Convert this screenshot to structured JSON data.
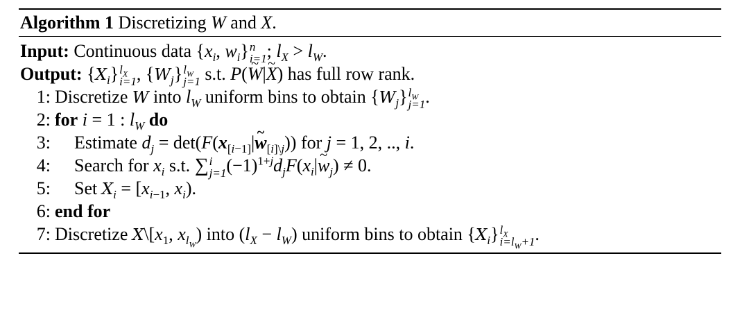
{
  "algorithm": {
    "label": "Algorithm 1",
    "title": "Discretizing W and X.",
    "input_label": "Input:",
    "input_text": "Continuous data {x_i, w_i}_{i=1}^n; l_X > l_W.",
    "output_label": "Output:",
    "output_text": "{X_i}_{i=1}^{l_X}, {W_j}_{j=1}^{l_W} s.t. P(W̃|X̃) has full row rank.",
    "lines": [
      {
        "num": "1:",
        "text": "Discretize W into l_W uniform bins to obtain {W_j}_{j=1}^{l_W}."
      },
      {
        "num": "2:",
        "keyword_start": "for",
        "text": "i = 1 : l_W",
        "keyword_end": "do"
      },
      {
        "num": "3:",
        "text": "Estimate d_j = det(F(x_[i−1] | w̃_[i]\\j)) for j = 1, 2, .., i."
      },
      {
        "num": "4:",
        "text": "Search for x_i s.t. Σ_{j=1}^{i} (−1)^{1+j} d_j F(x_i | w̃_j) ≠ 0."
      },
      {
        "num": "5:",
        "text": "Set X_i = [x_{i−1}, x_i)."
      },
      {
        "num": "6:",
        "keyword_start": "end for"
      },
      {
        "num": "7:",
        "text": "Discretize X\\[x_1, x_{l_W}) into (l_X − l_W) uniform bins to obtain {X_i}_{i=l_W+1}^{l_X}."
      }
    ]
  }
}
